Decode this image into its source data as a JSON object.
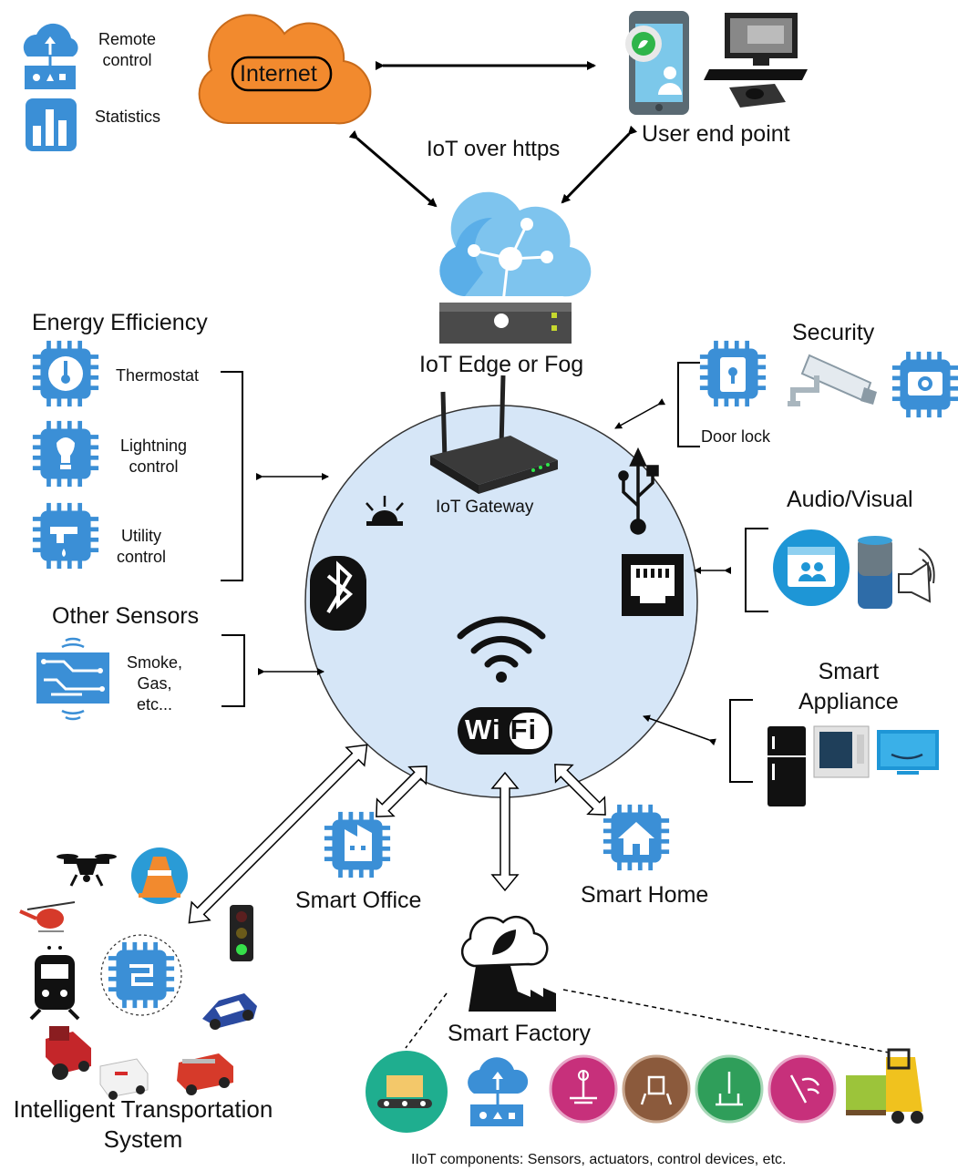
{
  "top_left": {
    "remote_control": "Remote\ncontrol",
    "statistics": "Statistics"
  },
  "internet_label": "Internet",
  "iot_over_https": "IoT over https",
  "user_end_point": "User end point",
  "iot_edge_fog": "IoT Edge or Fog",
  "iot_gateway": "IoT Gateway",
  "energy": {
    "title": "Energy Efficiency",
    "thermostat": "Thermostat",
    "lightning": "Lightning\ncontrol",
    "utility": "Utility\ncontrol"
  },
  "other_sensors": {
    "title": "Other Sensors",
    "items": "Smoke,\nGas,\netc..."
  },
  "security": {
    "title": "Security",
    "door_lock": "Door lock"
  },
  "audio_visual": "Audio/Visual",
  "smart_appliance": "Smart\nAppliance",
  "smart_office": "Smart Office",
  "smart_home": "Smart Home",
  "smart_factory": "Smart Factory",
  "its": "Intelligent Transportation\nSystem",
  "iiot_caption": "IIoT components: Sensors, actuators, control devices, etc.",
  "wifi_text": "WiFi",
  "colors": {
    "chip_blue": "#3b8fd6",
    "chip_light": "#b8dcf5",
    "hub_fill": "#d6e6f7",
    "internet_orange": "#f28a2e",
    "cloud_blue": "#5aaee8",
    "teal": "#1fae8f",
    "magenta": "#c7307b",
    "brown": "#8b5a3c",
    "green": "#2f9e5a"
  }
}
